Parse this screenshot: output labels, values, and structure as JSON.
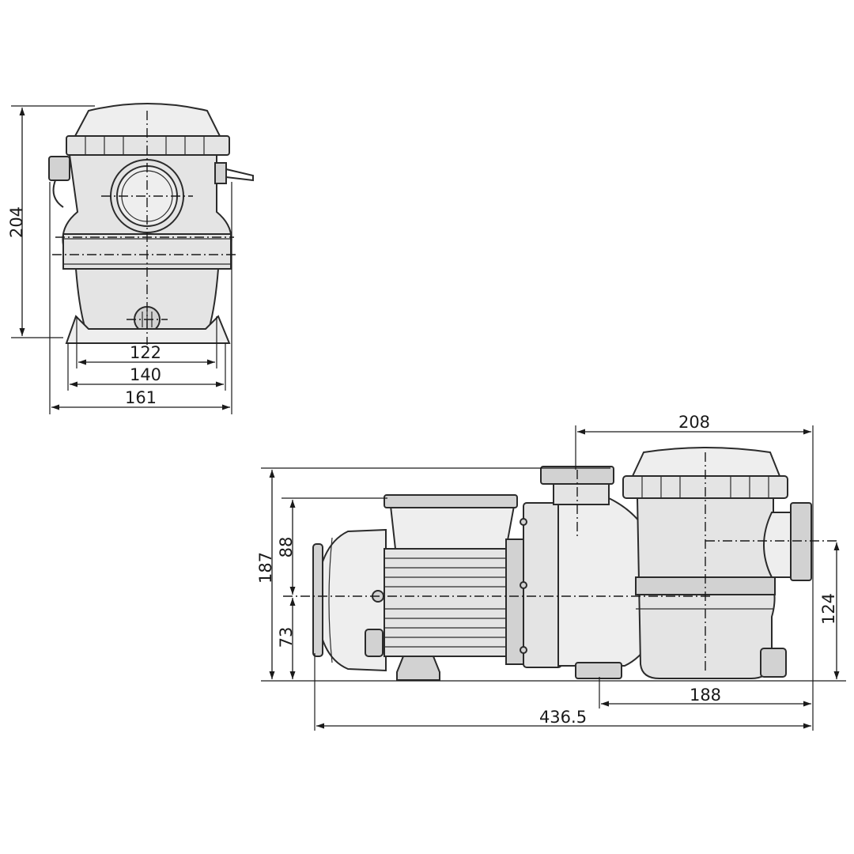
{
  "front_view": {
    "height_label": "204",
    "inner_width_label": "122",
    "middle_width_label": "140",
    "outer_width_label": "161"
  },
  "side_view": {
    "strainer_width_label": "208",
    "total_height_label": "187",
    "motor_upper_label": "88",
    "motor_lower_label": "73",
    "outlet_height_label": "124",
    "base_length_label": "188",
    "total_length_label": "436.5"
  }
}
